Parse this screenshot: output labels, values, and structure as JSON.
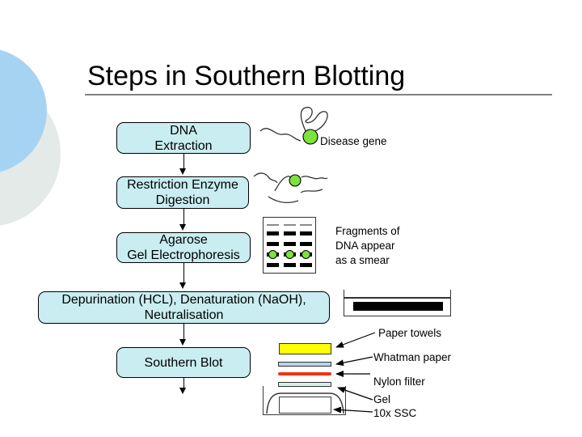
{
  "slide": {
    "title": "Steps in Southern Blotting"
  },
  "flow": {
    "steps": [
      {
        "label": "DNA\nExtraction"
      },
      {
        "label": "Restriction Enzyme\nDigestion"
      },
      {
        "label": "Agarose\nGel Electrophoresis"
      },
      {
        "label": "Depurination (HCL), Denaturation (NaOH),\nNeutralisation"
      },
      {
        "label": "Southern Blot"
      }
    ]
  },
  "annotations": {
    "disease_gene": "Disease gene",
    "smear": "Fragments of\nDNA appear\nas a smear"
  },
  "blot": {
    "labels": [
      "Paper towels",
      "Whatman paper",
      "Nylon filter",
      "Gel",
      "10x SSC"
    ]
  },
  "gel_diagram": {
    "columns": 3,
    "rows": [
      "thin",
      "band",
      "band",
      "band-dot",
      "band"
    ]
  },
  "colors": {
    "box_fill": "#c9edf0",
    "box_border": "#000000",
    "gene_green": "#7de23c",
    "towel_yellow": "#ffff00",
    "whatman_blue": "#b5d5ec",
    "nylon_red": "#ee3410",
    "gel_cyan": "#d5efe9",
    "decor_blue": "#a7d3f3",
    "decor_gray": "#e3eae7",
    "title_rule": "#828282"
  }
}
